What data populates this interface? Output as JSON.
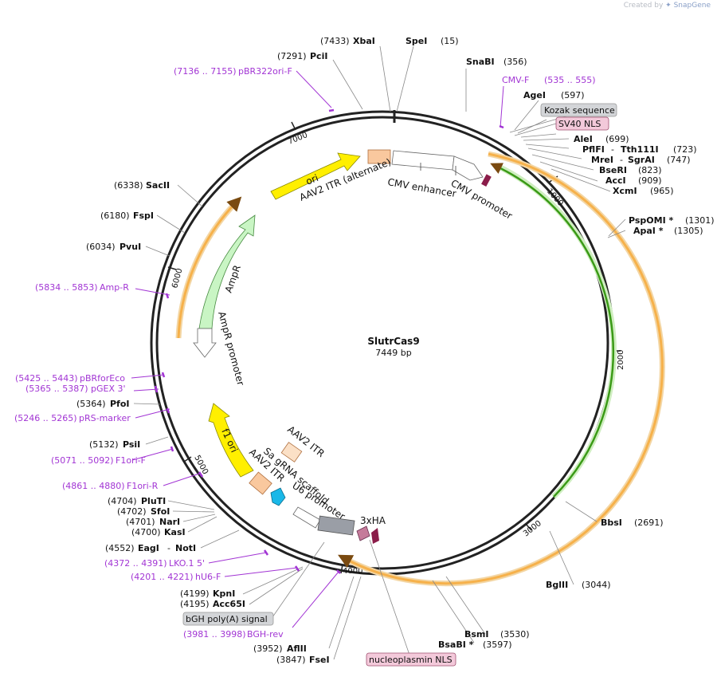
{
  "app": {
    "credit_prefix": "Created by",
    "credit_brand": "SnapGene"
  },
  "plasmid": {
    "name": "SlutrCas9",
    "length": "7449 bp"
  },
  "tick_labels": [
    "1000",
    "2000",
    "3000",
    "4000",
    "5000",
    "6000",
    "7000"
  ],
  "features": {
    "ori": "ori",
    "aav2_itr_alt": "AAV2 ITR (alternate)",
    "cmv_enhancer": "CMV enhancer",
    "cmv_promoter": "CMV promoter",
    "ampr": "AmpR",
    "ampr_promoter": "AmpR promoter",
    "f1_ori": "f1 ori",
    "aav2_itr": "AAV2 ITR",
    "aav2_itr_2": "AAV2 ITR",
    "sa_grna": "Sa gRNA scaffold",
    "u6_promoter": "U6 promoter",
    "ha3": "3xHA"
  },
  "boxed_labels": {
    "kozak": "Kozak sequence",
    "sv40": "SV40 NLS",
    "bgh": "bGH poly(A) signal",
    "nucleoplasmin": "nucleoplasmin NLS"
  },
  "sites": {
    "xbai": {
      "pos": "(7433)",
      "name": "XbaI"
    },
    "spei": {
      "pos": "(15)",
      "name": "SpeI"
    },
    "pcii": {
      "pos": "(7291)",
      "name": "PciI"
    },
    "snabi": {
      "pos": "(356)",
      "name": "SnaBI"
    },
    "agei": {
      "pos": "(597)",
      "name": "AgeI"
    },
    "alei": {
      "pos": "(699)",
      "name": "AleI"
    },
    "pflfi": {
      "pos": "(723)",
      "name": "PflFI",
      "name2": "Tth111I",
      "sep": "-"
    },
    "mrei": {
      "pos": "(747)",
      "name": "MreI",
      "name2": "SgrAI",
      "sep": "-"
    },
    "bseri": {
      "pos": "(823)",
      "name": "BseRI"
    },
    "acci": {
      "pos": "(909)",
      "name": "AccI"
    },
    "xcmi": {
      "pos": "(965)",
      "name": "XcmI"
    },
    "pspomi": {
      "pos": "(1301)",
      "name": "PspOMI *"
    },
    "apai": {
      "pos": "(1305)",
      "name": "ApaI *"
    },
    "sacii": {
      "pos": "(6338)",
      "name": "SacII"
    },
    "fspi": {
      "pos": "(6180)",
      "name": "FspI"
    },
    "pvui": {
      "pos": "(6034)",
      "name": "PvuI"
    },
    "pfoi": {
      "pos": "(5364)",
      "name": "PfoI"
    },
    "psii": {
      "pos": "(5132)",
      "name": "PsiI"
    },
    "bbsi": {
      "pos": "(2691)",
      "name": "BbsI"
    },
    "bglii": {
      "pos": "(3044)",
      "name": "BglII"
    },
    "bsmi": {
      "pos": "(3530)",
      "name": "BsmI"
    },
    "bsabi": {
      "pos": "(3597)",
      "name": "BsaBI *"
    },
    "pluti": {
      "pos": "(4704)",
      "name": "PluTI"
    },
    "sfoi": {
      "pos": "(4702)",
      "name": "SfoI"
    },
    "nari": {
      "pos": "(4701)",
      "name": "NarI"
    },
    "kasi": {
      "pos": "(4700)",
      "name": "KasI"
    },
    "eagi": {
      "pos": "(4552)",
      "name": "EagI",
      "name2": "NotI",
      "sep": "-"
    },
    "kpni": {
      "pos": "(4199)",
      "name": "KpnI"
    },
    "acc65i": {
      "pos": "(4195)",
      "name": "Acc65I"
    },
    "aflii": {
      "pos": "(3952)",
      "name": "AflII"
    },
    "fsei": {
      "pos": "(3847)",
      "name": "FseI"
    }
  },
  "primers": {
    "pbr322ori": {
      "range": "(7136 .. 7155)",
      "name": "pBR322ori-F"
    },
    "cmvf": {
      "name": "CMV-F",
      "range": "(535 .. 555)"
    },
    "ampr": {
      "range": "(5834 .. 5853)",
      "name": "Amp-R"
    },
    "pbrforeco": {
      "range": "(5425 .. 5443)",
      "name": "pBRforEco"
    },
    "pgex3": {
      "range": "(5365 .. 5387)",
      "name": "pGEX 3'"
    },
    "prsmarker": {
      "range": "(5246 .. 5265)",
      "name": "pRS-marker"
    },
    "f1orif": {
      "range": "(5071 .. 5092)",
      "name": "F1ori-F"
    },
    "f1orir": {
      "range": "(4861 .. 4880)",
      "name": "F1ori-R"
    },
    "lko15": {
      "range": "(4372 .. 4391)",
      "name": "LKO.1 5'"
    },
    "hu6f": {
      "range": "(4201 .. 4221)",
      "name": "hU6-F"
    },
    "bghrev": {
      "range": "(3981 .. 3998)",
      "name": "BGH-rev"
    }
  },
  "colors": {
    "backbone": "#222222",
    "ori": "#ffef00",
    "cds": "#f6b14b",
    "sv40_track": "#5fbf2a",
    "ampr": "#c9f5c4",
    "itr": "#f9c89e",
    "primer": "#a235d4",
    "u6": "#1ab8e8",
    "ha_tag": "#c57b9a",
    "nls": "#8b1d4a",
    "bgh": "#9a9ea6",
    "pink_box": "#f3c9da",
    "grey_box": "#d3d5d8"
  }
}
